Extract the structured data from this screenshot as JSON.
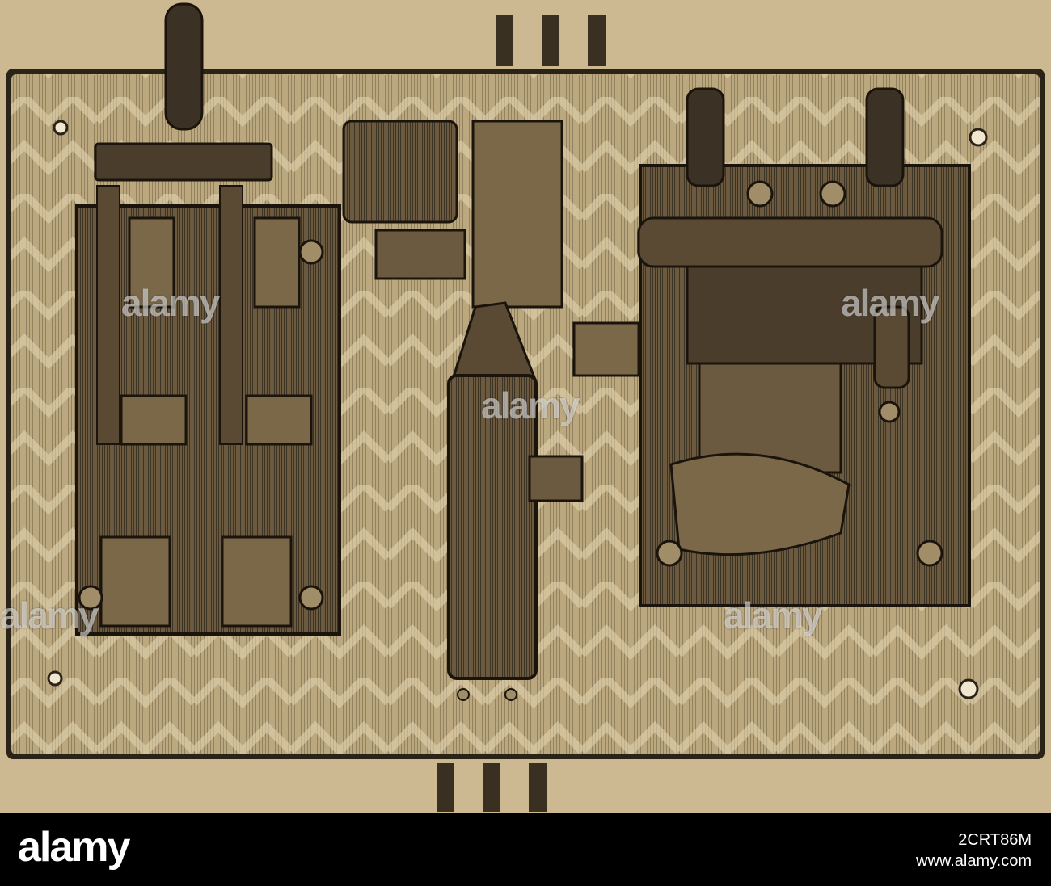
{
  "image": {
    "colors": {
      "paper": "#cdb991",
      "ink": "#2a2318",
      "board": "#b9a47c",
      "footer": "#000000"
    }
  },
  "watermark": {
    "text": "alamy"
  },
  "footer": {
    "logo": "alamy",
    "image_id": "2CRT86M",
    "site": "www.alamy.com"
  }
}
